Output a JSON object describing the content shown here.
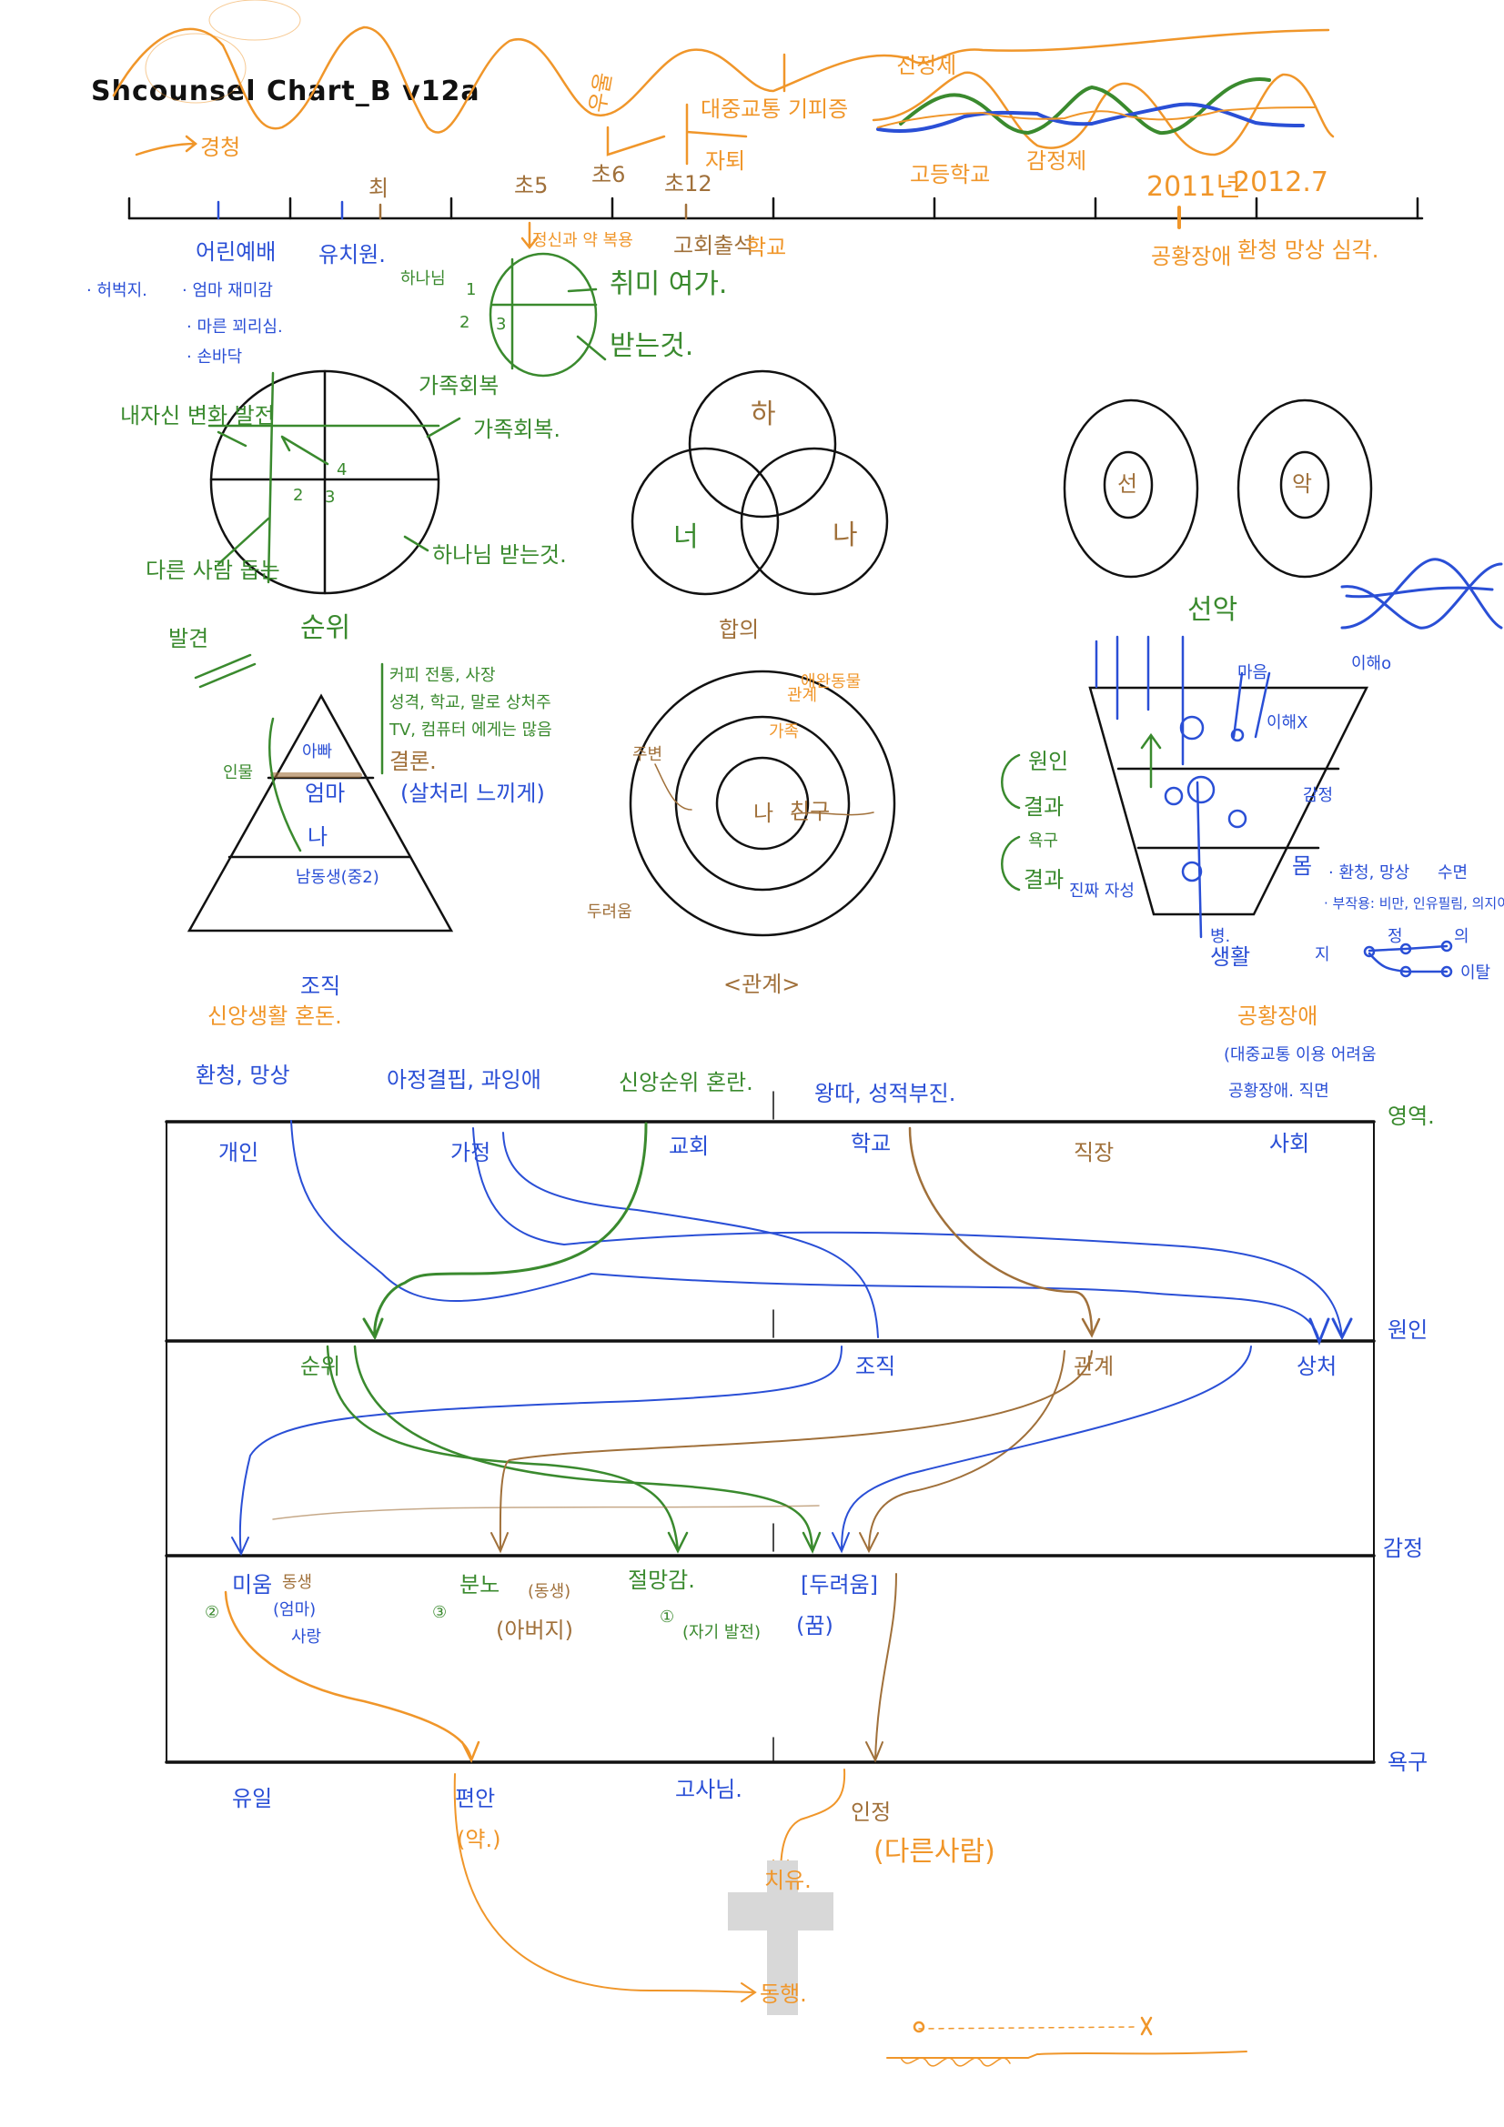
{
  "title": "Shcounsel Chart_B v12a",
  "colors": {
    "orange": "#f0962a",
    "blue": "#2a4fd6",
    "green": "#3a8a2e",
    "brown": "#a0703a",
    "black": "#111111"
  },
  "timeline": {
    "top_labels": [
      "최",
      "초5",
      "초6",
      "초12",
      "고등학교",
      "2011년",
      "2012.7"
    ],
    "wave_labels": [
      "우울",
      "대중교통 기피증",
      "자퇴",
      "진정제",
      "감정제",
      "경청"
    ],
    "bottom_labels": [
      "어린예배",
      "유치원.",
      "고회출석",
      "학교",
      "정신과 약 복용",
      "취미 여가.",
      "공황장애",
      "환청 망상 심각."
    ],
    "notes": [
      "· 허벅지.",
      "· 엄마 재미감",
      "· 마른 꾀리심.",
      "· 손바닥"
    ]
  },
  "cross_diagram": {
    "small": {
      "labels": [
        "하나님",
        "1",
        "2",
        "3",
        "가족회복",
        "받는것."
      ]
    },
    "big": {
      "labels": [
        "내자신 변화 발전",
        "4",
        "2",
        "3",
        "가족회복.",
        "다른 사람 돕는",
        "발견",
        "하나님 받는것.",
        "순위"
      ]
    }
  },
  "venn": {
    "labels": [
      "하",
      "너",
      "나",
      "합의"
    ]
  },
  "good_evil": {
    "labels": [
      "선",
      "악",
      "선악",
      "이해o"
    ]
  },
  "pyramid": {
    "labels": [
      "아빠",
      "엄마",
      "나",
      "남동생(중2)",
      "인물",
      "조직"
    ],
    "notes": [
      "커피 전통, 사장",
      "성격, 학교, 말로 상처주",
      "TV, 컴퓨터 에게는 많음",
      "결론.",
      "(살처리 느끼게)"
    ]
  },
  "target": {
    "labels": [
      "나",
      "친구",
      "가족",
      "관계",
      "애완동물",
      "주변",
      "두려움",
      "<관계>"
    ]
  },
  "funnel": {
    "labels": [
      "원인",
      "결과",
      "욕구",
      "결과",
      "진짜 자성",
      "이해X",
      "마음",
      "감정",
      "몸",
      "생활",
      "병."
    ],
    "notes": [
      "· 환청, 망상",
      "수면",
      "· 부작용: 비만, 인유필림, 의지이탈",
      "지",
      "정",
      "의",
      "이탈"
    ]
  },
  "table": {
    "above": [
      "신앙생활 혼돈.",
      "환청, 망상",
      "아정결핍, 과잉애",
      "신앙순위 혼란.",
      "왕따, 성적부진.",
      "공황장애",
      "(대중교통 이용 어려움",
      "공황장애. 직면"
    ],
    "rows": [
      "영역.",
      "원인",
      "감정",
      "욕구"
    ],
    "areas": [
      "개인",
      "가정",
      "교회",
      "학교",
      "직장",
      "사회"
    ],
    "causes": [
      "순위",
      "조직",
      "관계",
      "상처"
    ],
    "emotions": [
      {
        "num": "②",
        "label": "미움",
        "sub": "(엄마)",
        "note": "동생",
        "note2": "사랑"
      },
      {
        "num": "③",
        "label": "분노",
        "sub": "(아버지)",
        "note": "(동생)",
        "note2": ""
      },
      {
        "num": "①",
        "label": "절망감.",
        "sub": "(자기 발전)",
        "note": "",
        "note2": ""
      },
      {
        "num": "",
        "label": "[두려움]",
        "sub": "(꿈)",
        "note": "",
        "note2": ""
      }
    ],
    "needs": [
      "유일",
      "편안",
      "(약.)",
      "고사님.",
      "인정",
      "(다른사람)",
      "치유.",
      "동행."
    ]
  }
}
